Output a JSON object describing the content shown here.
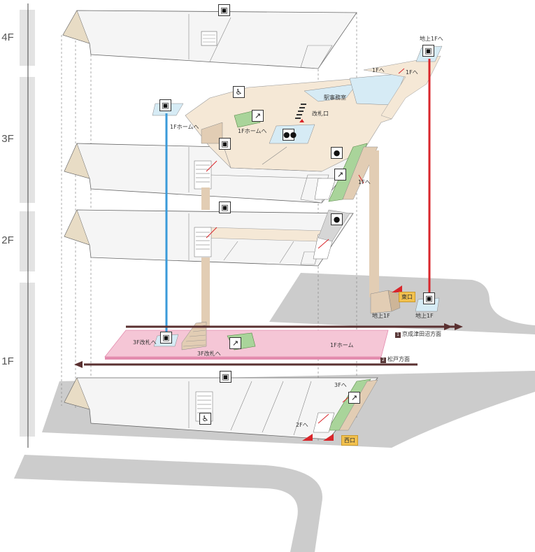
{
  "floors": [
    {
      "id": "4F",
      "label": "4F"
    },
    {
      "id": "3F",
      "label": "3F"
    },
    {
      "id": "2F",
      "label": "2F"
    },
    {
      "id": "1F",
      "label": "1F"
    }
  ],
  "labels": {
    "above_ground_1f_to": "地上1Fへ",
    "to_1f_a": "1Fへ",
    "to_1f_b": "1Fへ",
    "station_office": "駅事務室",
    "ticket_gate": "改札口",
    "to_1f_home_a": "1Fホームへ",
    "to_1f_home_b": "1Fホームへ",
    "to_1f_c": "1Fへ",
    "above_ground_1f_a": "地上1F",
    "above_ground_1f_b": "地上1F",
    "east_exit": "東口",
    "west_exit": "西口",
    "to_3f_gate_a": "3F改札へ",
    "to_3f_gate_b": "3F改札へ",
    "platform_1f": "1Fホーム",
    "to_3f": "3Fへ",
    "to_2f": "2Fへ",
    "track1_num": "1",
    "track1_dir": "京成津田沼方面",
    "track2_num": "2",
    "track2_dir": "松戸方面"
  },
  "icons": {
    "elevator": "elevator-icon",
    "escalator": "escalator-icon",
    "wheelchair": "wheelchair-icon",
    "restroom": "restroom-icon",
    "person": "person-icon"
  },
  "colors": {
    "elevator_line_blue": "#3a9ad9",
    "elevator_line_red": "#d9262b",
    "platform_pink": "#f5c6d6",
    "floor_fill": "#f5f5f5",
    "concourse": "#f5e8d6",
    "office_blue": "#d6ebf5",
    "ground_gray": "#cccccc",
    "exit_badge": "#f2c14e",
    "track_arrow": "#5a3030",
    "escalator_green": "#a9d49a",
    "shaft_tan": "#e2cdb4"
  }
}
